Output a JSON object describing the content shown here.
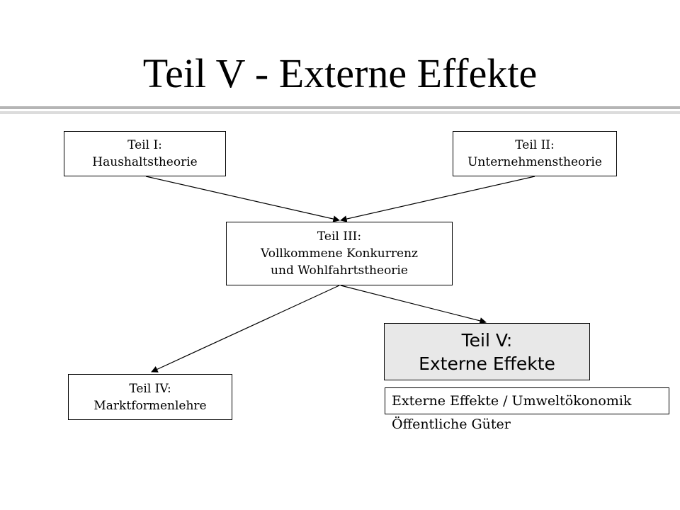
{
  "slide": {
    "title": "Teil V - Externe Effekte"
  },
  "boxes": {
    "teil1": {
      "line1": "Teil I:",
      "line2": "Haushaltstheorie"
    },
    "teil2": {
      "line1": "Teil II:",
      "line2": "Unternehmenstheorie"
    },
    "teil3": {
      "line1": "Teil III:",
      "line2": "Vollkommene Konkurrenz",
      "line3": "und Wohlfahrtstheorie"
    },
    "teil4": {
      "line1": "Teil IV:",
      "line2": "Marktformenlehre"
    },
    "teil5": {
      "line1": "Teil V:",
      "line2": "Externe Effekte"
    }
  },
  "topics": [
    "Externe Effekte / Umweltökonomik",
    "Öffentliche Güter"
  ],
  "colors": {
    "highlight_box": "#e8e8e8",
    "rule_dark": "#b5b5b5",
    "rule_light": "#dcdcdc"
  }
}
